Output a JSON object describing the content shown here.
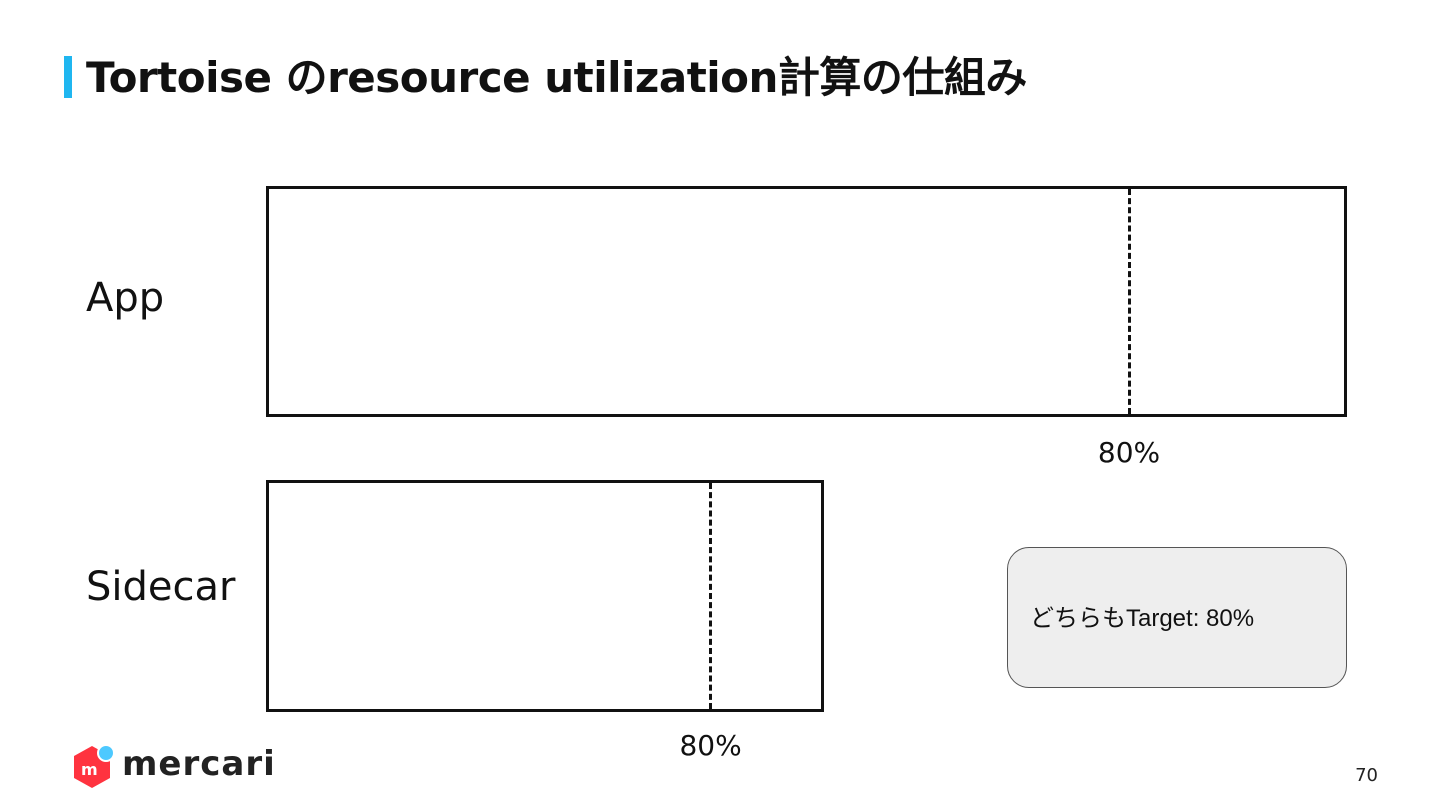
{
  "slide": {
    "title": "Tortoise のresource utilization計算の仕組み",
    "page_number": "70",
    "accent_color": "#1fb6f0"
  },
  "diagram": {
    "rows": [
      {
        "label": "App",
        "target_label": "80%",
        "target_fraction": 0.8
      },
      {
        "label": "Sidecar",
        "target_label": "80%",
        "target_fraction": 0.8
      }
    ],
    "note": "どちらもTarget: 80%"
  },
  "logo": {
    "text": "mercari",
    "icon": "mercari-logo-icon",
    "colors": {
      "box": "#ff333f",
      "dot": "#4dc9ff"
    }
  }
}
